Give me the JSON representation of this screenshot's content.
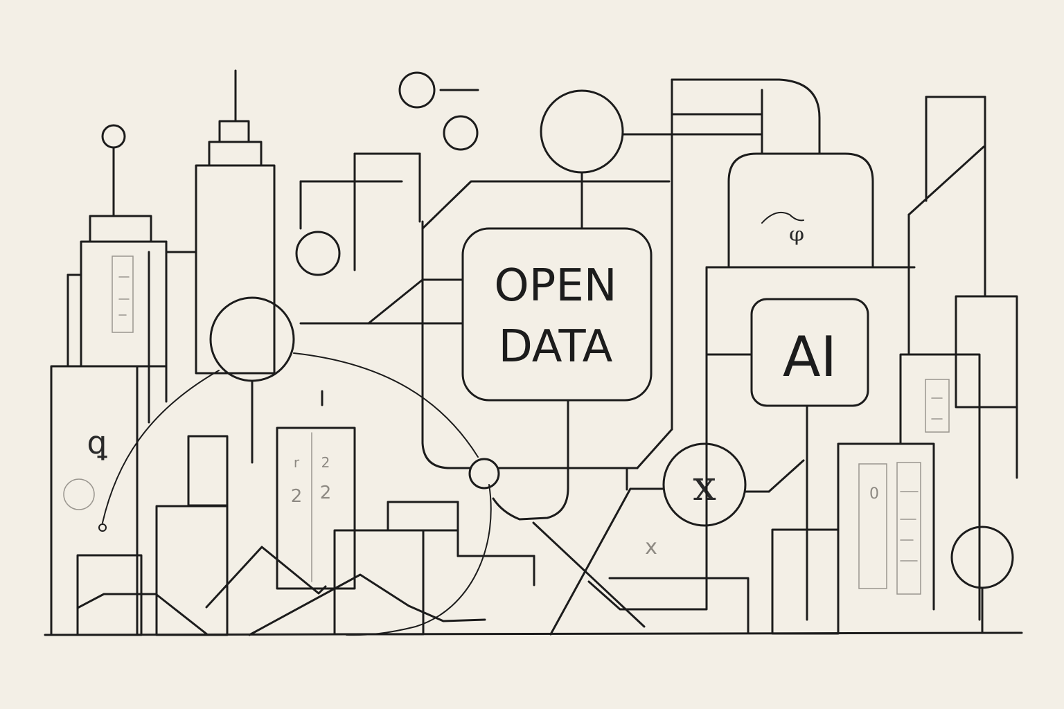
{
  "labels": {
    "open_data_line1": "OPEN",
    "open_data_line2": "DATA",
    "ai": "AI"
  },
  "colors": {
    "background": "#f3efe6",
    "ink": "#1c1c1c",
    "faint_ink": "#9a968f"
  }
}
